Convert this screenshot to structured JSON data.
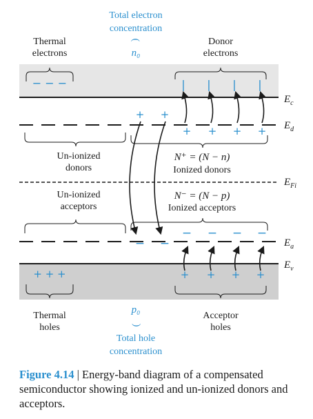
{
  "labels": {
    "total_electron_line1": "Total electron",
    "total_electron_line2": "concentration",
    "n0": "n₀",
    "thermal_electrons_line1": "Thermal",
    "thermal_electrons_line2": "electrons",
    "donor_electrons_line1": "Donor",
    "donor_electrons_line2": "electrons",
    "ec": "E",
    "ec_sub": "c",
    "ed": "E",
    "ed_sub": "d",
    "unionized_donors_line1": "Un-ionized",
    "unionized_donors_line2": "donors",
    "nd_plus_eq": "N⁺ = (N − n)",
    "ionized_donors": "Ionized donors",
    "efi": "E",
    "efi_sub": "Fi",
    "unionized_acceptors_line1": "Un-ionized",
    "unionized_acceptors_line2": "acceptors",
    "na_minus_eq": "N⁻ = (N − p)",
    "ionized_acceptors": "Ionized acceptors",
    "ea": "E",
    "ea_sub": "a",
    "ev": "E",
    "ev_sub": "v",
    "p0": "p₀",
    "thermal_holes_line1": "Thermal",
    "thermal_holes_line2": "holes",
    "acceptor_holes_line1": "Acceptor",
    "acceptor_holes_line2": "holes",
    "total_hole_line1": "Total hole",
    "total_hole_line2": "concentration"
  },
  "symbols": {
    "paren": "(",
    "plus": "+",
    "minus": "−",
    "pipe": "|",
    "thermal_holes": "+ + +",
    "thermal_electrons": "− − −"
  },
  "caption": {
    "figure_number": "Figure 4.14",
    "separator": " | ",
    "text": "Energy-band diagram of a compensated semiconductor showing ionized and un-ionized donors and acceptors."
  },
  "colors": {
    "accent": "#2a8fce",
    "band_fill": "#cfcfcf",
    "cond_fill": "#e6e6e6",
    "ink": "#1a1a1a"
  }
}
